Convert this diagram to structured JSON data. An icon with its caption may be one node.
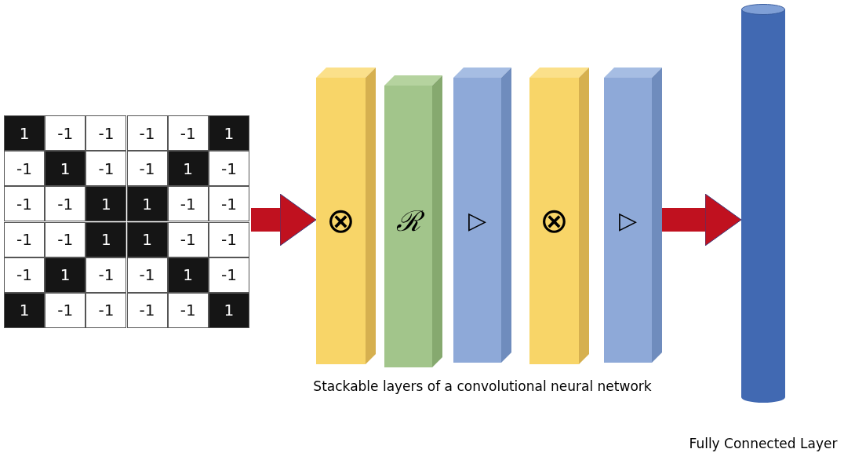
{
  "diagram": {
    "nodes": [
      {
        "text": [],
        "shape": "picture"
      },
      {
        "text": [
          "⊗"
        ]
      },
      {
        "text": [
          "ℛ"
        ]
      },
      {
        "text": [
          "▷"
        ]
      },
      {
        "text": [
          "⊗"
        ]
      },
      {
        "text": [
          "▷"
        ]
      },
      {
        "text": [],
        "shape": "cylinder",
        "beside": [
          "Fully Connected Layer"
        ]
      }
    ],
    "edges": [
      {
        "from": 0,
        "to": 1,
        "arrow": "to"
      },
      {
        "from": 5,
        "to": 6,
        "arrow": "to"
      }
    ],
    "labels": [
      "1",
      "-1",
      "-1",
      "-1",
      "-1",
      "1",
      "-1",
      "1",
      "-1",
      "-1",
      "1",
      "-1",
      "-1",
      "-1",
      "1",
      "1",
      "-1",
      "-1",
      "-1",
      "-1",
      "1",
      "1",
      "-1",
      "-1",
      "-1",
      "1",
      "-1",
      "-1",
      "1",
      "-1",
      "1",
      "-1",
      "-1",
      "-1",
      "-1",
      "1",
      "Stackable layers of a convolutional neural network"
    ]
  }
}
